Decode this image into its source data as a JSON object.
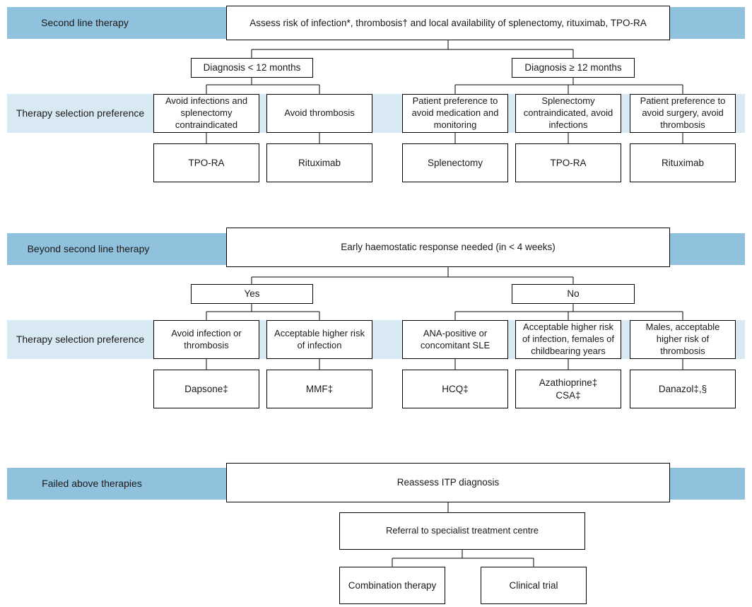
{
  "colors": {
    "band_dark": "#90c2de",
    "band_light": "#d9e9f4",
    "box_border": "#000000",
    "box_fill": "#ffffff"
  },
  "section1": {
    "band_label": "Second line therapy",
    "root": "Assess risk of infection*, thrombosis† and local availability of splenectomy, rituximab, TPO-RA",
    "branch_left": "Diagnosis < 12 months",
    "branch_right": "Diagnosis ≥ 12 months",
    "pref_band_label": "Therapy selection preference",
    "prefs": [
      "Avoid infections and splenectomy contraindicated",
      "Avoid thrombosis",
      "Patient preference to avoid medication and monitoring",
      "Splenectomy contraindicated, avoid infections",
      "Patient preference to avoid surgery, avoid thrombosis"
    ],
    "outcomes": [
      "TPO-RA",
      "Rituximab",
      "Splenectomy",
      "TPO-RA",
      "Rituximab"
    ]
  },
  "section2": {
    "band_label": "Beyond second line therapy",
    "root": "Early haemostatic response needed (in < 4 weeks)",
    "branch_left": "Yes",
    "branch_right": "No",
    "pref_band_label": "Therapy selection preference",
    "prefs": [
      "Avoid infection or thrombosis",
      "Acceptable higher risk of infection",
      "ANA-positive or concomitant SLE",
      "Acceptable higher risk of infection, females of childbearing years",
      "Males, acceptable higher risk of thrombosis"
    ],
    "outcomes": [
      "Dapsone‡",
      "MMF‡",
      "HCQ‡",
      "Azathioprine‡\nCSA‡",
      "Danazol‡,§"
    ]
  },
  "section3": {
    "band_label": "Failed above therapies",
    "root": "Reassess ITP diagnosis",
    "referral": "Referral to specialist treatment centre",
    "options": [
      "Combination therapy",
      "Clinical trial"
    ]
  }
}
